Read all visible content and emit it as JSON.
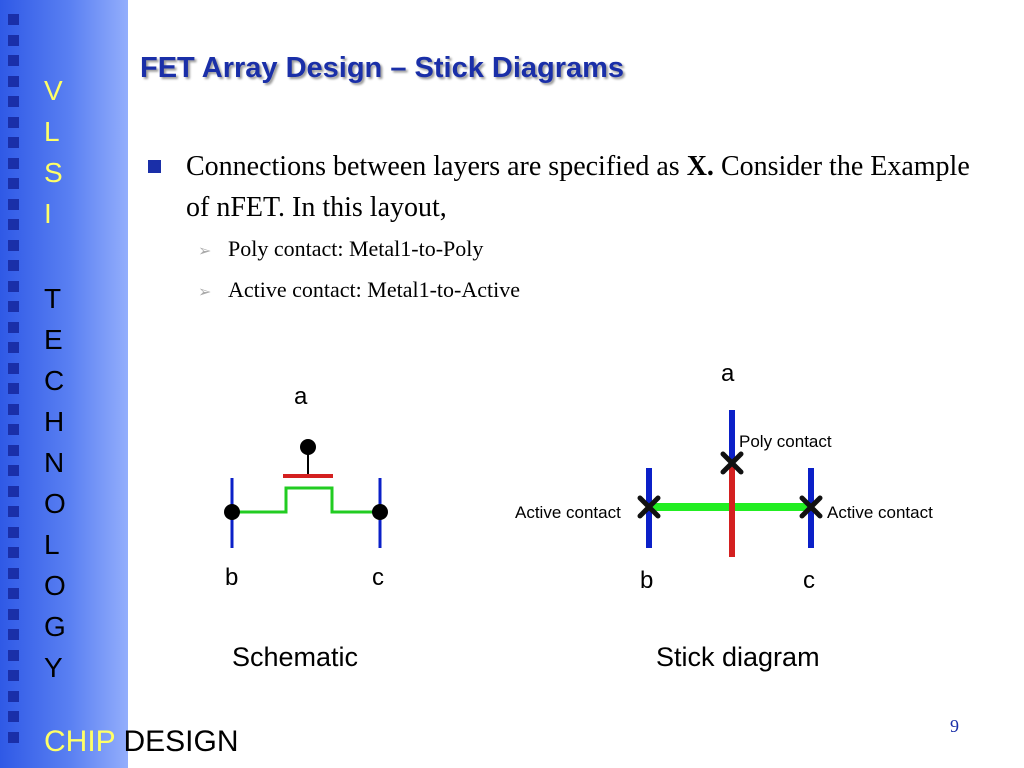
{
  "sidebar": {
    "vlsi_letters": [
      "V",
      "L",
      "S",
      "I"
    ],
    "tech_letters": [
      "T",
      "E",
      "C",
      "H",
      "N",
      "O",
      "L",
      "O",
      "G",
      "Y"
    ],
    "footer_chip": "CHIP",
    "footer_design": "DESIGN"
  },
  "slide": {
    "title": "FET Array Design – Stick Diagrams",
    "bullet_main_before": "Connections between layers are specified as ",
    "bullet_main_bold": "X.",
    "bullet_main_after": "  Consider the Example of nFET. In this layout,",
    "sub_bullets": [
      "Poly contact: Metal1-to-Poly",
      "Active contact: Metal1-to-Active"
    ],
    "page_number": "9"
  },
  "schematic": {
    "label_a": "a",
    "label_b": "b",
    "label_c": "c",
    "caption": "Schematic"
  },
  "stick": {
    "label_a": "a",
    "label_b": "b",
    "label_c": "c",
    "poly_contact": "Poly contact",
    "active_contact_left": "Active contact",
    "active_contact_right": "Active contact",
    "caption": "Stick diagram"
  },
  "colors": {
    "title": "#1a2fa8",
    "metal": "#0b20c8",
    "active": "#22cc22",
    "poly": "#d42020",
    "sidebar_letters": "#ffff66"
  }
}
